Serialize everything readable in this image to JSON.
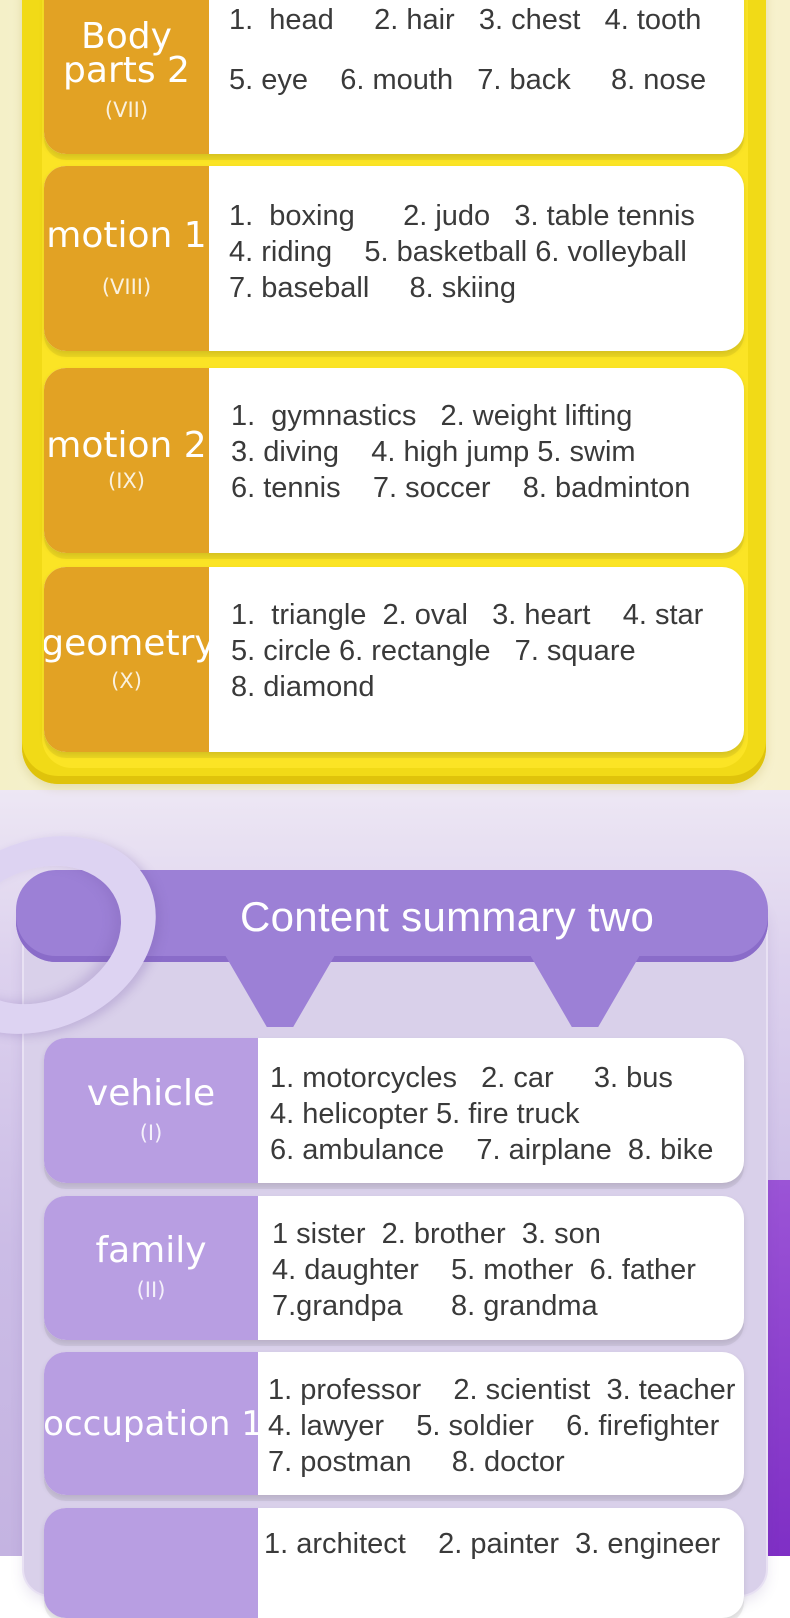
{
  "colors": {
    "yellow_frame": "#f1da17",
    "yellow_label": "#e2a224",
    "purple_banner": "#9c80d6",
    "purple_label": "#b89ee2",
    "word_text": "#3a3a3a"
  },
  "section_two_title": "Content summary two",
  "yellow_cards": [
    {
      "title_lines": [
        "Body",
        "parts 2"
      ],
      "roman": "(VII)",
      "lines": [
        "1.  head     2. hair   3. chest   4. tooth",
        "5. eye    6. mouth   7. back     8. nose"
      ]
    },
    {
      "title_lines": [
        "motion 1"
      ],
      "roman": "(VIII)",
      "lines": [
        "1.  boxing      2. judo   3. table tennis",
        "4. riding    5. basketball 6. volleyball",
        "7. baseball     8. skiing"
      ]
    },
    {
      "title_lines": [
        "motion 2"
      ],
      "roman": "(IX)",
      "lines": [
        "1.  gymnastics   2. weight lifting",
        "3. diving    4. high jump 5. swim",
        "6. tennis    7. soccer    8. badminton"
      ]
    },
    {
      "title_lines": [
        "geometry"
      ],
      "roman": "(X)",
      "lines": [
        "1.  triangle  2. oval   3. heart    4. star",
        "5. circle 6. rectangle   7. square",
        "8. diamond"
      ]
    }
  ],
  "purple_cards": [
    {
      "title_lines": [
        "vehicle"
      ],
      "roman": "(I)",
      "lines": [
        "1. motorcycles   2. car     3. bus",
        "4. helicopter 5. fire truck",
        "6. ambulance    7. airplane  8. bike"
      ]
    },
    {
      "title_lines": [
        "family"
      ],
      "roman": "(II)",
      "lines": [
        "1 sister  2. brother  3. son",
        "4. daughter    5. mother  6. father",
        "7.grandpa      8. grandma"
      ]
    },
    {
      "title_lines": [
        "occupation 1"
      ],
      "roman": "",
      "lines": [
        "1. professor    2. scientist  3. teacher",
        "4. lawyer    5. soldier    6. firefighter",
        "7. postman     8. doctor"
      ]
    },
    {
      "title_lines": [],
      "roman": "",
      "lines": [
        "1. architect    2. painter  3. engineer"
      ]
    }
  ]
}
